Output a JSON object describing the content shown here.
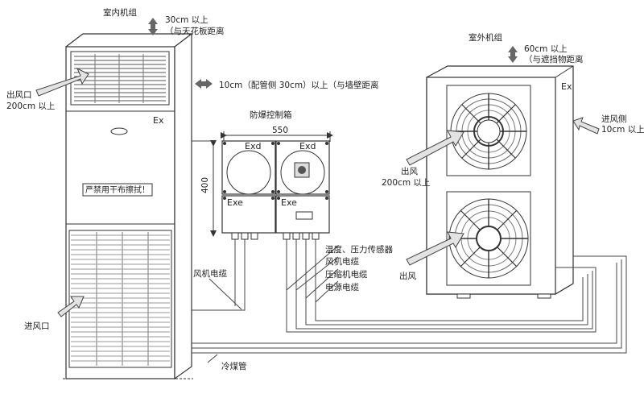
{
  "indoor_unit": {
    "title": "室内机组",
    "top_clearance": "30cm 以上",
    "top_clearance_note": "（与天花板距离",
    "outlet_label": "出风口",
    "outlet_clearance": "200cm 以上",
    "side_clearance": "10cm（配管侧 30cm）以上（与墙壁距离",
    "ex_mark": "Ex",
    "warning_label": "严禁用干布擦拭！",
    "inlet_label": "进风口"
  },
  "control_box": {
    "title": "防爆控制箱",
    "width_label": "550",
    "height_label": "400",
    "exd_left": "Exd",
    "exd_right": "Exd",
    "exe_left": "Exe",
    "exe_right": "Exe"
  },
  "outdoor_unit": {
    "title": "室外机组",
    "top_clearance": "60cm 以上",
    "top_clearance_note": "（与遮挡物距离",
    "ex_mark": "Ex",
    "inlet_side": "进风侧",
    "inlet_clearance": "10cm 以上",
    "outlet_top_label": "出风",
    "outlet_top_clearance": "200cm 以上",
    "outlet_bottom_label": "出风"
  },
  "cables": {
    "fan_cable_left": "风机电缆",
    "sensor": "温度、压力传感器",
    "fan_cable": "风机电缆",
    "compressor_cable": "压缩机电缆",
    "power_cable": "电源电缆",
    "refrigerant_pipe": "冷煤管"
  },
  "colors": {
    "line": "#333333",
    "arrow_fill": "#d9d9d9",
    "panel_fill": "#f2f2f2"
  }
}
